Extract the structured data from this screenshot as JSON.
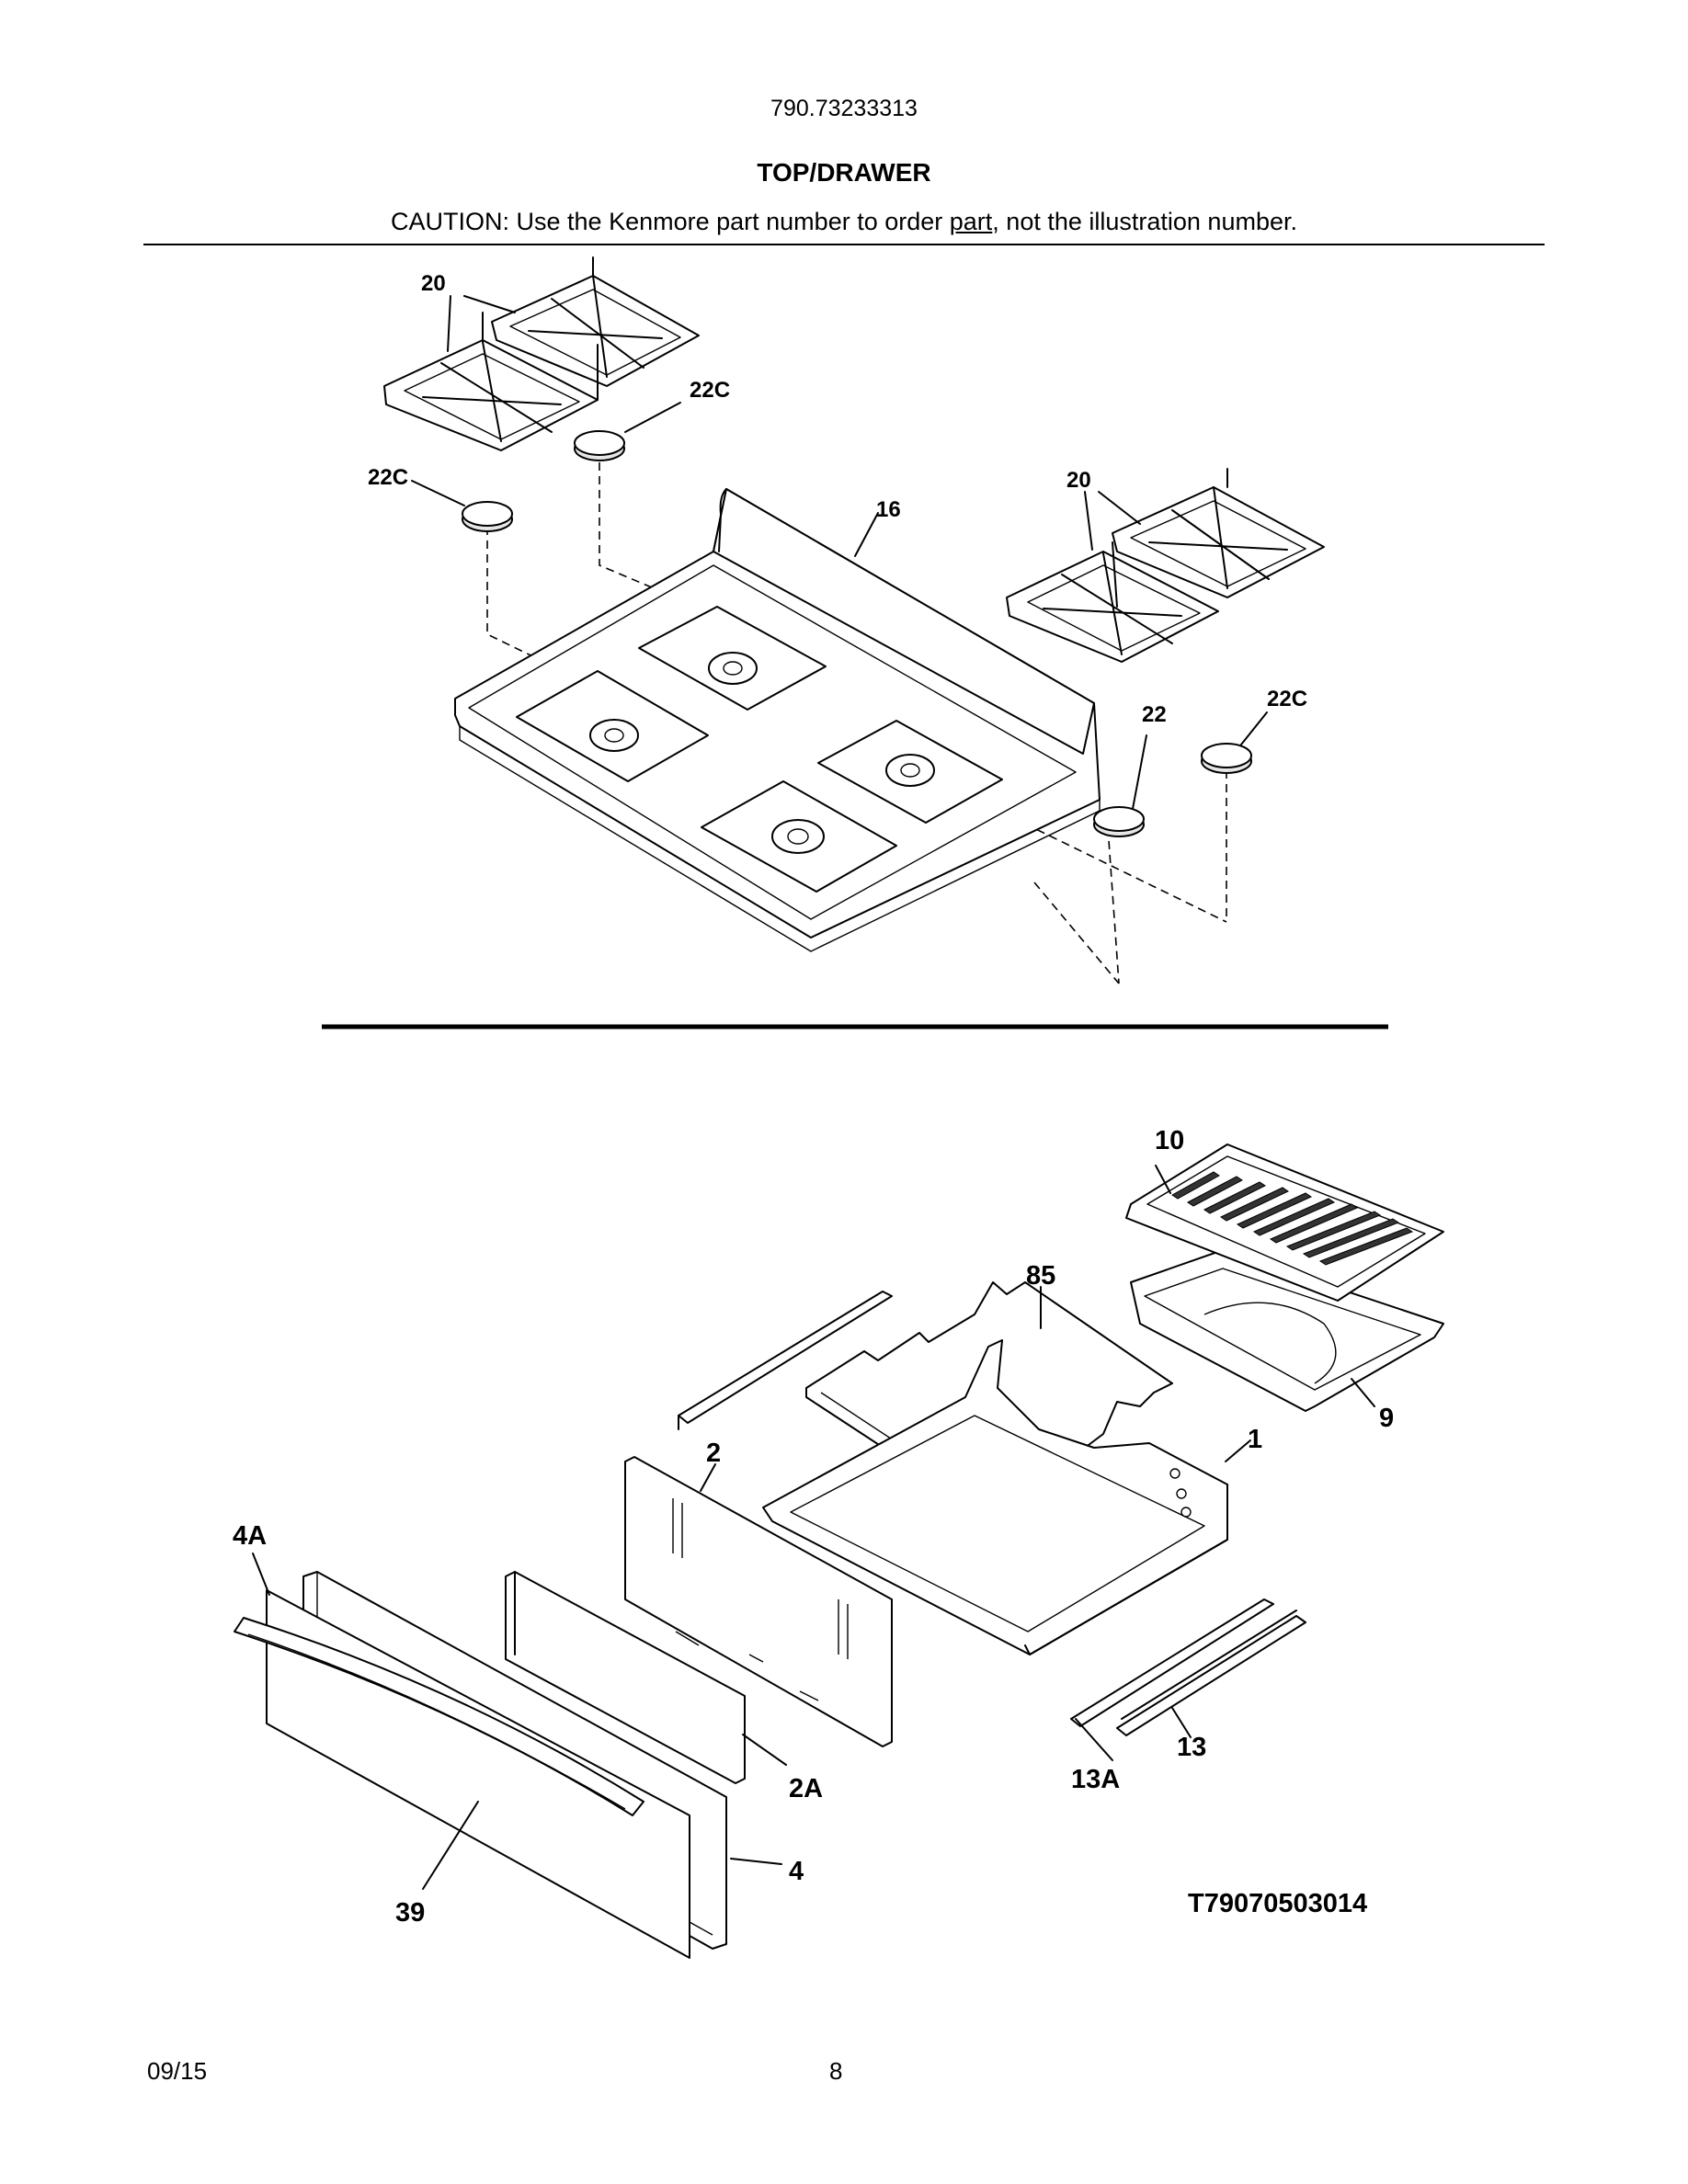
{
  "header": {
    "model_number": "790.73233313",
    "section_title": "TOP/DRAWER",
    "caution_prefix": "CAUTION: Use the Kenmore part number to order ",
    "caution_underlined": "part",
    "caution_suffix": ", not the illustration number."
  },
  "top_callouts": {
    "grate_left": "20",
    "cap_left_upper": "22C",
    "cap_left_lower": "22C",
    "cooktop": "16",
    "grate_right": "20",
    "cap_right_22": "22",
    "cap_right_22c": "22C"
  },
  "drawer_callouts": {
    "broiler_grid": "10",
    "drawer_frame": "85",
    "broiler_pan": "9",
    "drawer_pan": "1",
    "drawer_back": "2",
    "drawer_panel_assembly": "4A",
    "drawer_liner": "2A",
    "drawer_front": "4",
    "handle": "39",
    "slide_rail": "13",
    "slide_rail_a": "13A"
  },
  "illustration_id": "T79070503014",
  "footer": {
    "date": "09/15",
    "page_number": "8"
  }
}
